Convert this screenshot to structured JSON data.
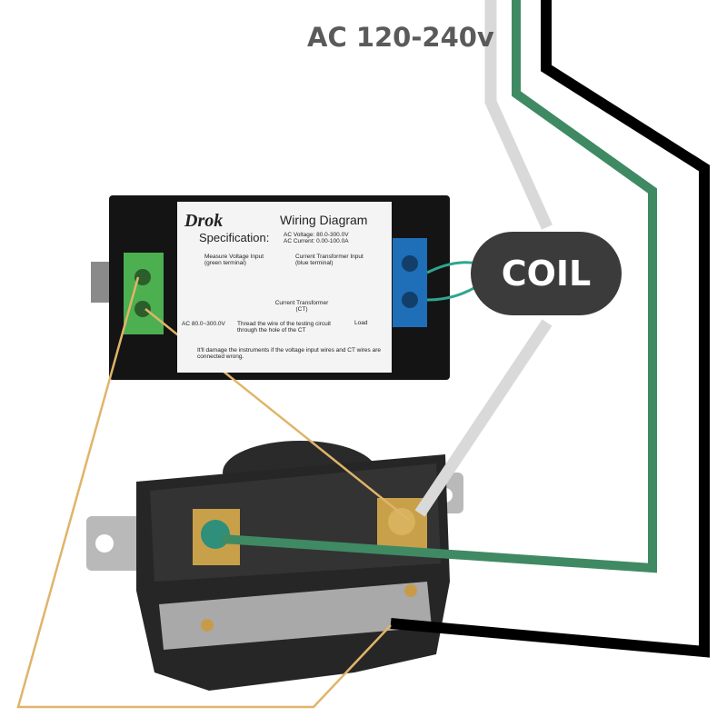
{
  "header_label": "AC 120-240v",
  "coil_label": "COIL",
  "meter_label": {
    "brand": "Drok",
    "title": "Wiring Diagram",
    "spec_label": "Specification:",
    "spec_voltage": "AC Voltage: 80.0-300.0V",
    "spec_current": "AC Current: 0.00-100.0A",
    "voltage_input": "Measure Voltage Input (green terminal)",
    "ct_input": "Current Transformer Input (blue terminal)",
    "ct_name": "Current Transformer (CT)",
    "ac_range": "AC 80.0~300.0V",
    "thread_note": "Thread the wire of the testing circuit through the hole of the CT",
    "load": "Load",
    "warning": "It'll damage the instruments if the voltage input wires and CT wires are connected wrong."
  },
  "colors": {
    "white_wire": "#d9d9d9",
    "green_wire": "#3f8a63",
    "black_wire": "#000000",
    "tan_wire": "#e0b46a",
    "coil_bg": "#3b3b3b",
    "ac_text": "#5a5a5a"
  }
}
